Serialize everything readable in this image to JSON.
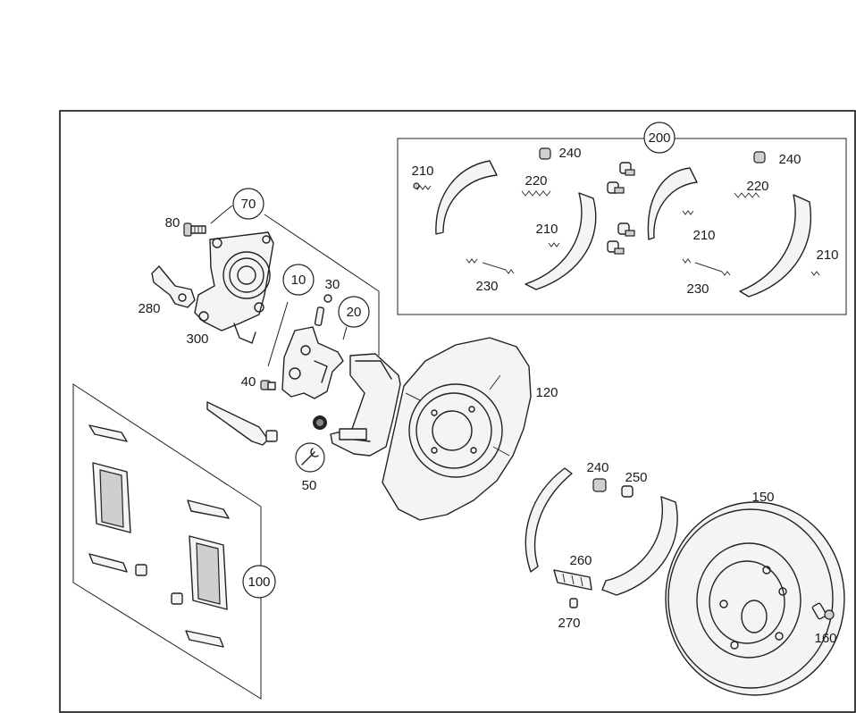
{
  "labels": {
    "p10": "10",
    "p20": "20",
    "p30": "30",
    "p40": "40",
    "p50": "50",
    "p70": "70",
    "p80": "80",
    "p100": "100",
    "p120": "120",
    "p150": "150",
    "p160": "160",
    "p200": "200",
    "p210a": "210",
    "p210b": "210",
    "p210c": "210",
    "p210d": "210",
    "p220a": "220",
    "p220b": "220",
    "p230a": "230",
    "p230b": "230",
    "p240a": "240",
    "p240b": "240",
    "p240c": "240",
    "p250": "250",
    "p260": "260",
    "p270": "270",
    "p280": "280",
    "p300": "300"
  }
}
